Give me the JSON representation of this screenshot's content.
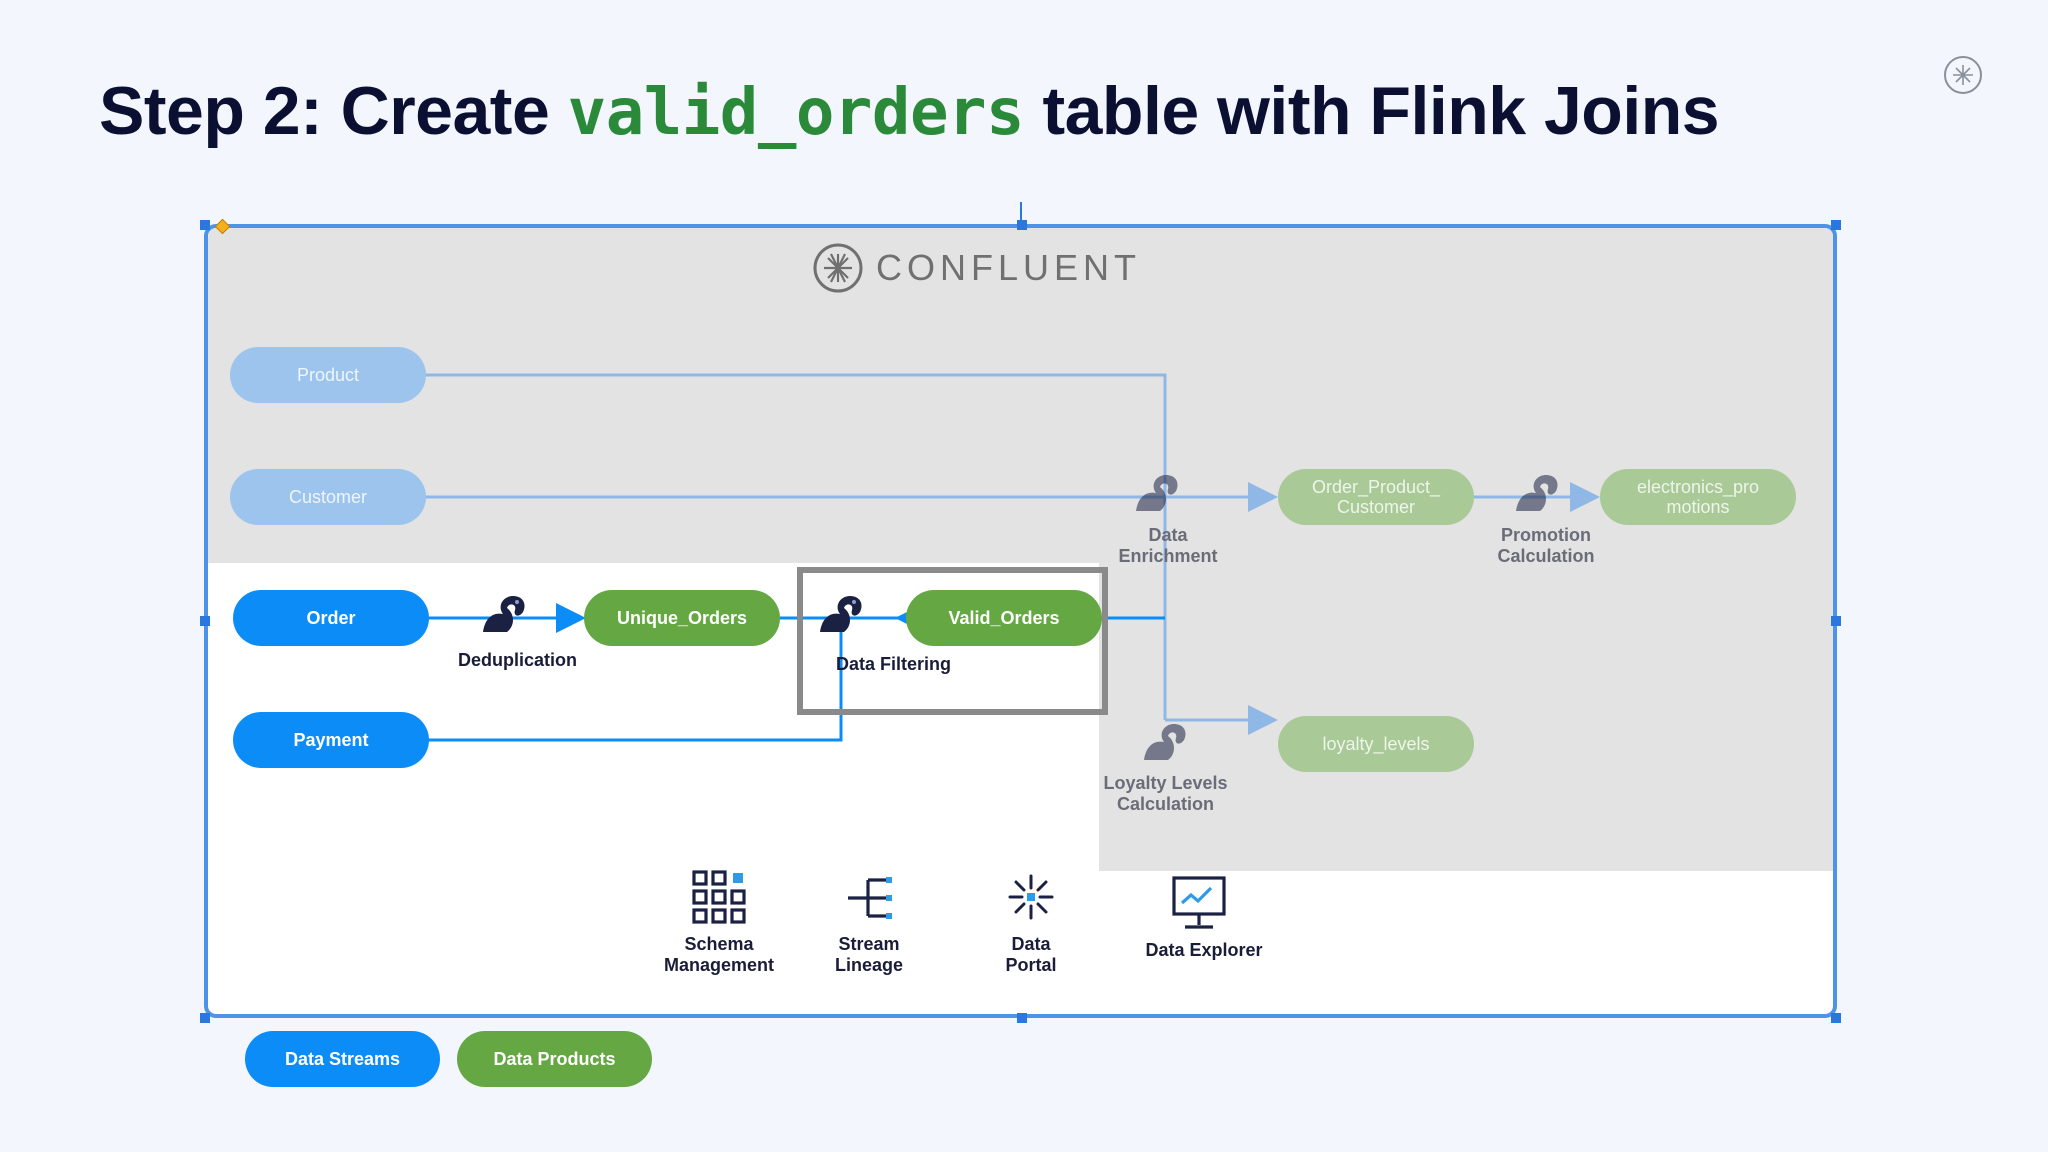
{
  "slide": {
    "title_prefix": "Step 2: Create ",
    "title_code": "valid_orders",
    "title_suffix": " table with Flink Joins"
  },
  "diagram": {
    "brand": "CONFLUENT",
    "sources": {
      "product": "Product",
      "customer": "Customer",
      "order": "Order",
      "payment": "Payment"
    },
    "topics": {
      "unique_orders": "Unique_Orders",
      "valid_orders": "Valid_Orders",
      "order_product_customer_l1": "Order_Product_",
      "order_product_customer_l2": "Customer",
      "electronics_promotions_l1": "electronics_pro",
      "electronics_promotions_l2": "motions",
      "loyalty_levels": "loyalty_levels"
    },
    "processes": {
      "deduplication": "Deduplication",
      "data_filtering": "Data Filtering",
      "data_enrichment_l1": "Data",
      "data_enrichment_l2": "Enrichment",
      "promotion_l1": "Promotion",
      "promotion_l2": "Calculation",
      "loyalty_l1": "Loyalty Levels",
      "loyalty_l2": "Calculation"
    },
    "tools": {
      "schema_l1": "Schema",
      "schema_l2": "Management",
      "lineage_l1": "Stream",
      "lineage_l2": "Lineage",
      "portal_l1": "Data",
      "portal_l2": "Portal",
      "explorer": "Data Explorer"
    }
  },
  "legend": {
    "data_streams": "Data Streams",
    "data_products": "Data Products"
  },
  "colors": {
    "stream_blue": "#0b8cf7",
    "product_green": "#65a843",
    "title_code_green": "#2a8a3a",
    "selection_blue": "#4f93e6",
    "highlight_gray": "#8a8a8a"
  }
}
